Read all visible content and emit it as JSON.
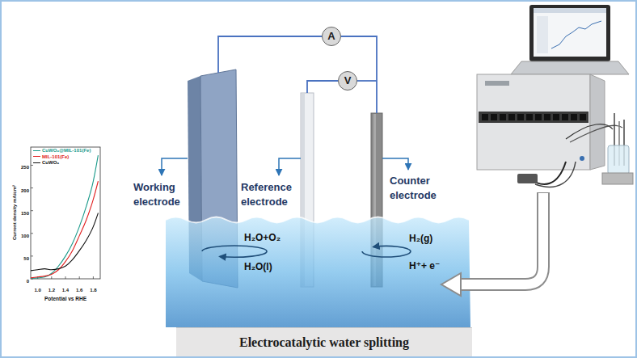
{
  "diagram": {
    "nodes": [
      {
        "text": [
          "A"
        ]
      },
      {
        "text": [
          "V"
        ]
      },
      {
        "text": [
          "Electrocatalytic water splitting"
        ]
      }
    ],
    "labels": [
      "Working electrode",
      "Reference electrode",
      "Counter electrode",
      "H₂O+O₂",
      "H₂O(l)",
      "H₂(g)",
      "H⁺+ e⁻",
      "Current density mA/cm²",
      "Potential vs RHE",
      "1.0",
      "1.2",
      "1.4",
      "1.6",
      "1.8",
      "0",
      "50",
      "100",
      "150",
      "200",
      "250"
    ],
    "legend": [
      {
        "text": "CuWO₄@MIL-101(Fe)"
      },
      {
        "text": "MIL-101(Fe)"
      },
      {
        "text": "CuWO₄"
      }
    ]
  }
}
